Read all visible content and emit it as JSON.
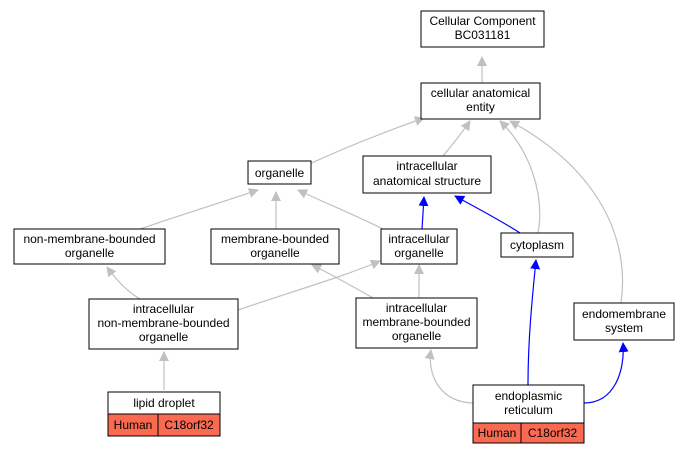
{
  "nodes": {
    "root": {
      "lines": [
        "Cellular Component",
        "BC031181"
      ]
    },
    "cae": {
      "lines": [
        "cellular anatomical",
        "entity"
      ]
    },
    "organelle": {
      "lines": [
        "organelle"
      ]
    },
    "ias": {
      "lines": [
        "intracellular",
        "anatomical structure"
      ]
    },
    "nmbo": {
      "lines": [
        "non-membrane-bounded",
        "organelle"
      ]
    },
    "mbo": {
      "lines": [
        "membrane-bounded",
        "organelle"
      ]
    },
    "io": {
      "lines": [
        "intracellular",
        "organelle"
      ]
    },
    "cytoplasm": {
      "lines": [
        "cytoplasm"
      ]
    },
    "inmbo": {
      "lines": [
        "intracellular",
        "non-membrane-bounded",
        "organelle"
      ]
    },
    "imbo": {
      "lines": [
        "intracellular",
        "membrane-bounded",
        "organelle"
      ]
    },
    "endomembrane": {
      "lines": [
        "endomembrane",
        "system"
      ]
    },
    "lipid": {
      "lines": [
        "lipid droplet"
      ],
      "annotations": [
        "Human",
        "C18orf32"
      ]
    },
    "er": {
      "lines": [
        "endoplasmic",
        "reticulum"
      ],
      "annotations": [
        "Human",
        "C18orf32"
      ]
    }
  },
  "colors": {
    "edge_gray": "#c0c0c0",
    "edge_blue": "#0000ff",
    "annotation_fill": "#f96a51",
    "node_border": "#000000",
    "node_fill": "#ffffff"
  }
}
